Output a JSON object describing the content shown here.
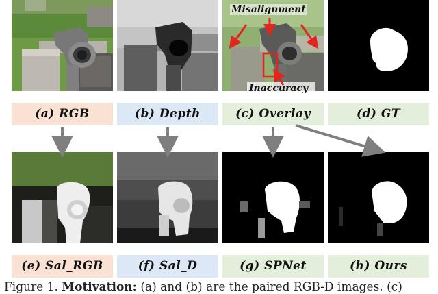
{
  "top_labels": [
    {
      "letter": "(a)",
      "name": "RGB"
    },
    {
      "letter": "(b)",
      "name": "Depth"
    },
    {
      "letter": "(c)",
      "name": "Overlay"
    },
    {
      "letter": "(d)",
      "name": "GT"
    }
  ],
  "bottom_labels": [
    {
      "letter": "(e)",
      "name": "Sal_RGB"
    },
    {
      "letter": "(f)",
      "name": "Sal_D"
    },
    {
      "letter": "(g)",
      "name": "SPNet"
    },
    {
      "letter": "(h)",
      "name": "Ours"
    }
  ],
  "annotations": {
    "misalignment": "Misalignment",
    "inaccuracy": "Inaccuracy"
  },
  "caption": {
    "prefix": "Figure 1. ",
    "bold": "Motivation:",
    "rest": " (a) and (b) are the paired RGB-D images. (c)"
  },
  "colors": {
    "rgb_label_bg": "#f9e2d3",
    "depth_label_bg": "#dde8f6",
    "green_label_bg": "#e3eedb",
    "arrow": "#7f7f7f",
    "annotation_red": "#e0261d"
  }
}
